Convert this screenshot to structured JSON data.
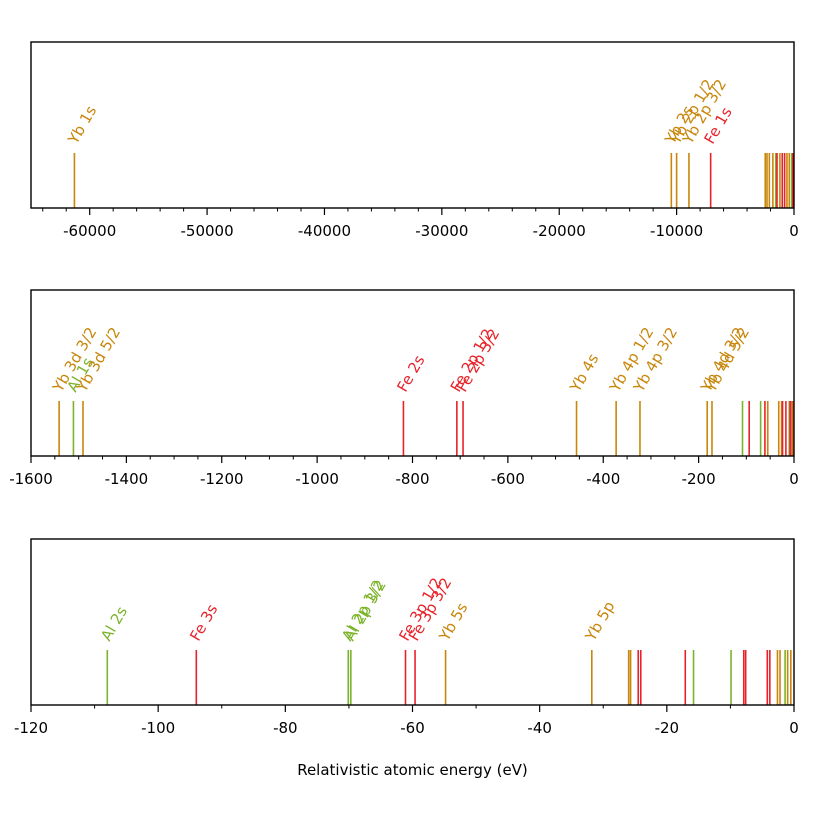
{
  "colors": {
    "Yb": "#c8860a",
    "Fe": "#e8222a",
    "Al": "#7cb32b"
  },
  "chart_data": [
    {
      "type": "spectrum-lines",
      "xlim": [
        -65000,
        0
      ],
      "xticks": [
        -60000,
        -50000,
        -40000,
        -30000,
        -20000,
        -10000,
        0
      ],
      "xtick_labels": [
        "-60000",
        "-50000",
        "-40000",
        "-30000",
        "-20000",
        "-10000",
        "0"
      ],
      "minor_step": 2000,
      "xlabel": "",
      "lines": [
        {
          "x": -61300,
          "el": "Yb",
          "label": "Yb 1s"
        },
        {
          "x": -10450,
          "el": "Yb",
          "label": "Yb 2s"
        },
        {
          "x": -10000,
          "el": "Yb",
          "label": "Yb 2p 1/2"
        },
        {
          "x": -8950,
          "el": "Yb",
          "label": "Yb 2p 3/2"
        },
        {
          "x": -7100,
          "el": "Fe",
          "label": "Fe 1s"
        },
        {
          "x": -2450,
          "el": "Yb"
        },
        {
          "x": -2300,
          "el": "Yb"
        },
        {
          "x": -2100,
          "el": "Yb"
        },
        {
          "x": -1800,
          "el": "Yb"
        },
        {
          "x": -1550,
          "el": "Al"
        },
        {
          "x": -1450,
          "el": "Fe"
        },
        {
          "x": -1200,
          "el": "Yb"
        },
        {
          "x": -1000,
          "el": "Fe"
        },
        {
          "x": -800,
          "el": "Fe"
        },
        {
          "x": -600,
          "el": "Yb"
        },
        {
          "x": -400,
          "el": "Yb"
        },
        {
          "x": -200,
          "el": "Al"
        },
        {
          "x": -100,
          "el": "Fe"
        }
      ]
    },
    {
      "type": "spectrum-lines",
      "xlim": [
        -1600,
        0
      ],
      "xticks": [
        -1600,
        -1400,
        -1200,
        -1000,
        -800,
        -600,
        -400,
        -200,
        0
      ],
      "xtick_labels": [
        "-1600",
        "-1400",
        "-1200",
        "-1000",
        "-800",
        "-600",
        "-400",
        "-200",
        "0"
      ],
      "minor_step": 50,
      "xlabel": "",
      "lines": [
        {
          "x": -1541,
          "el": "Yb",
          "label": "Yb 3d 3/2"
        },
        {
          "x": -1511,
          "el": "Al",
          "label": "Al 1s"
        },
        {
          "x": -1491,
          "el": "Yb",
          "label": "Yb 3d 5/2"
        },
        {
          "x": -819,
          "el": "Fe",
          "label": "Fe 2s"
        },
        {
          "x": -707,
          "el": "Fe",
          "label": "Fe 2p 1/2"
        },
        {
          "x": -694,
          "el": "Fe",
          "label": "Fe 2p 3/2"
        },
        {
          "x": -456,
          "el": "Yb",
          "label": "Yb 4s"
        },
        {
          "x": -373,
          "el": "Yb",
          "label": "Yb 4p 1/2"
        },
        {
          "x": -323,
          "el": "Yb",
          "label": "Yb 4p 3/2"
        },
        {
          "x": -182,
          "el": "Yb",
          "label": "Yb 4d 3/2"
        },
        {
          "x": -172,
          "el": "Yb",
          "label": "Yb 4d 5/2"
        },
        {
          "x": -108,
          "el": "Al"
        },
        {
          "x": -94,
          "el": "Fe"
        },
        {
          "x": -70,
          "el": "Al"
        },
        {
          "x": -61,
          "el": "Fe"
        },
        {
          "x": -55,
          "el": "Yb"
        },
        {
          "x": -32,
          "el": "Yb"
        },
        {
          "x": -26,
          "el": "Yb"
        },
        {
          "x": -24,
          "el": "Fe"
        },
        {
          "x": -17,
          "el": "Fe"
        },
        {
          "x": -10,
          "el": "Al"
        },
        {
          "x": -8,
          "el": "Fe"
        },
        {
          "x": -4,
          "el": "Fe"
        },
        {
          "x": -2,
          "el": "Yb"
        },
        {
          "x": -1,
          "el": "Yb"
        }
      ]
    },
    {
      "type": "spectrum-lines",
      "xlim": [
        -120,
        0
      ],
      "xticks": [
        -120,
        -100,
        -80,
        -60,
        -40,
        -20,
        0
      ],
      "xtick_labels": [
        "-120",
        "-100",
        "-80",
        "-60",
        "-40",
        "-20",
        "0"
      ],
      "minor_step": 10,
      "xlabel": "Relativistic atomic energy (eV)",
      "lines": [
        {
          "x": -108,
          "el": "Al",
          "label": "Al 2s"
        },
        {
          "x": -94,
          "el": "Fe",
          "label": "Fe 3s"
        },
        {
          "x": -70.1,
          "el": "Al",
          "label": "Al 2p 1/2"
        },
        {
          "x": -69.7,
          "el": "Al",
          "label": "Al 2p 3/2"
        },
        {
          "x": -61.1,
          "el": "Fe",
          "label": "Fe 3p 1/2"
        },
        {
          "x": -59.6,
          "el": "Fe",
          "label": "Fe 3p 3/2"
        },
        {
          "x": -54.8,
          "el": "Yb",
          "label": "Yb 5s"
        },
        {
          "x": -31.8,
          "el": "Yb",
          "label": "Yb 5p"
        },
        {
          "x": -26.0,
          "el": "Yb"
        },
        {
          "x": -25.7,
          "el": "Yb"
        },
        {
          "x": -24.5,
          "el": "Fe"
        },
        {
          "x": -24.1,
          "el": "Fe"
        },
        {
          "x": -17.1,
          "el": "Fe"
        },
        {
          "x": -15.8,
          "el": "Al"
        },
        {
          "x": -9.9,
          "el": "Al"
        },
        {
          "x": -7.9,
          "el": "Fe"
        },
        {
          "x": -7.6,
          "el": "Fe"
        },
        {
          "x": -4.2,
          "el": "Fe"
        },
        {
          "x": -3.8,
          "el": "Fe"
        },
        {
          "x": -2.6,
          "el": "Yb"
        },
        {
          "x": -2.2,
          "el": "Yb"
        },
        {
          "x": -1.4,
          "el": "Al"
        },
        {
          "x": -1.0,
          "el": "Yb"
        },
        {
          "x": -0.5,
          "el": "Yb"
        }
      ]
    }
  ]
}
